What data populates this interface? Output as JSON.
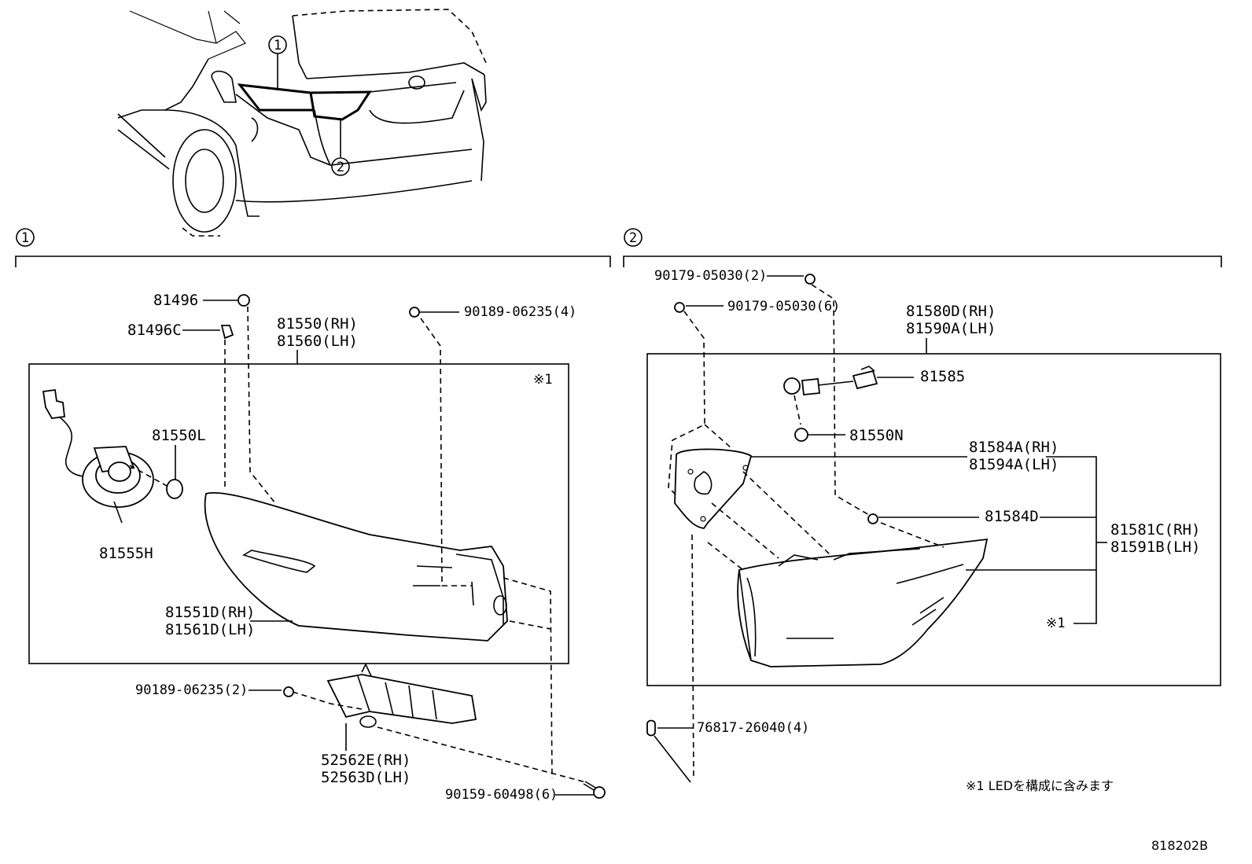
{
  "callouts": {
    "c1": "1",
    "c2": "2"
  },
  "section1": {
    "labels": {
      "p81496": "81496",
      "p81496c": "81496C",
      "p81550": "81550(RH)",
      "p81560": "81560(LH)",
      "p90189_4": "90189-06235(4)",
      "note_mark": "※1",
      "p81550l": "81550L",
      "p81555h": "81555H",
      "p81551d": "81551D(RH)",
      "p81561d": "81561D(LH)",
      "p90189_2": "90189-06235(2)",
      "p52562e": "52562E(RH)",
      "p52563d": "52563D(LH)",
      "p90159": "90159-60498(6)"
    }
  },
  "section2": {
    "labels": {
      "p90179_2": "90179-05030(2)",
      "p90179_6": "90179-05030(6)",
      "p81580d": "81580D(RH)",
      "p81590a": "81590A(LH)",
      "p81585": "81585",
      "p81550n": "81550N",
      "p81584a": "81584A(RH)",
      "p81594a": "81594A(LH)",
      "p81584d": "81584D",
      "p81581c": "81581C(RH)",
      "p81591b": "81591B(LH)",
      "note_mark": "※1",
      "p76817": "76817-26040(4)"
    }
  },
  "footnote": "※1 LEDを構成に含みます",
  "diagram_id": "818202B"
}
